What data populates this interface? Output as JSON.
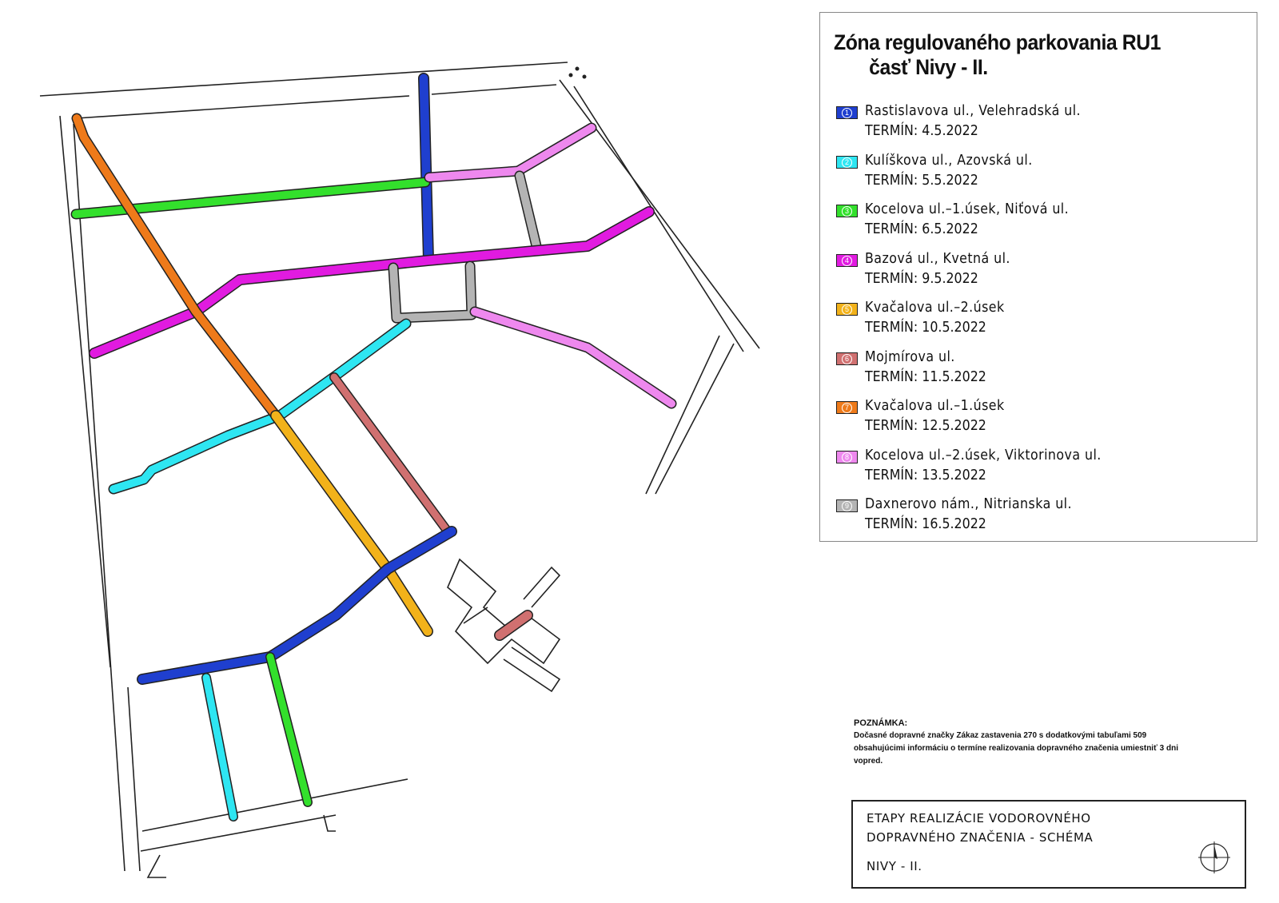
{
  "legend": {
    "title_line1": "Zóna regulovaného parkovania RU1",
    "title_line2": "časť Nivy - II.",
    "items": [
      {
        "num": "1",
        "color": "#1f3fcf",
        "name": "Rastislavova ul., Velehradská ul.",
        "term": "TERMÍN:  4.5.2022"
      },
      {
        "num": "2",
        "color": "#2ee6f2",
        "name": "Kulíškova ul., Azovská ul.",
        "term": "TERMÍN:  5.5.2022"
      },
      {
        "num": "3",
        "color": "#33e02c",
        "name": "Kocelova ul.–1.úsek, Niťová ul.",
        "term": "TERMÍN:  6.5.2022"
      },
      {
        "num": "4",
        "color": "#e11be0",
        "name": "Bazová ul., Kvetná ul.",
        "term": "TERMÍN:  9.5.2022"
      },
      {
        "num": "5",
        "color": "#f2b21a",
        "name": "Kvačalova ul.–2.úsek",
        "term": "TERMÍN:  10.5.2022"
      },
      {
        "num": "6",
        "color": "#d07070",
        "name": "Mojmírova ul.",
        "term": "TERMÍN:  11.5.2022"
      },
      {
        "num": "7",
        "color": "#ee7a1a",
        "name": "Kvačalova ul.–1.úsek",
        "term": "TERMÍN:  12.5.2022"
      },
      {
        "num": "8",
        "color": "#ee88ee",
        "name": "Kocelova ul.–2.úsek, Viktorinova ul.",
        "term": "TERMÍN:  13.5.2022"
      },
      {
        "num": "9",
        "color": "#b4b4b4",
        "name": "Daxnerovo nám., Nitrianska ul.",
        "term": "TERMÍN:  16.5.2022"
      }
    ]
  },
  "note": {
    "title": "POZNÁMKA:",
    "text": "Dočasné dopravné značky Zákaz zastavenia 270 s dodatkovými tabuľami 509 obsahujúcimi informáciu o termíne realizovania dopravného značenia umiestniť 3 dni vopred."
  },
  "stamp": {
    "line1": "ETAPY REALIZÁCIE VODOROVNÉHO",
    "line2": "DOPRAVNÉHO ZNAČENIA - SCHÉMA",
    "line3": "NIVY - II."
  },
  "icons": {
    "north_arrow": "north-arrow-icon"
  }
}
